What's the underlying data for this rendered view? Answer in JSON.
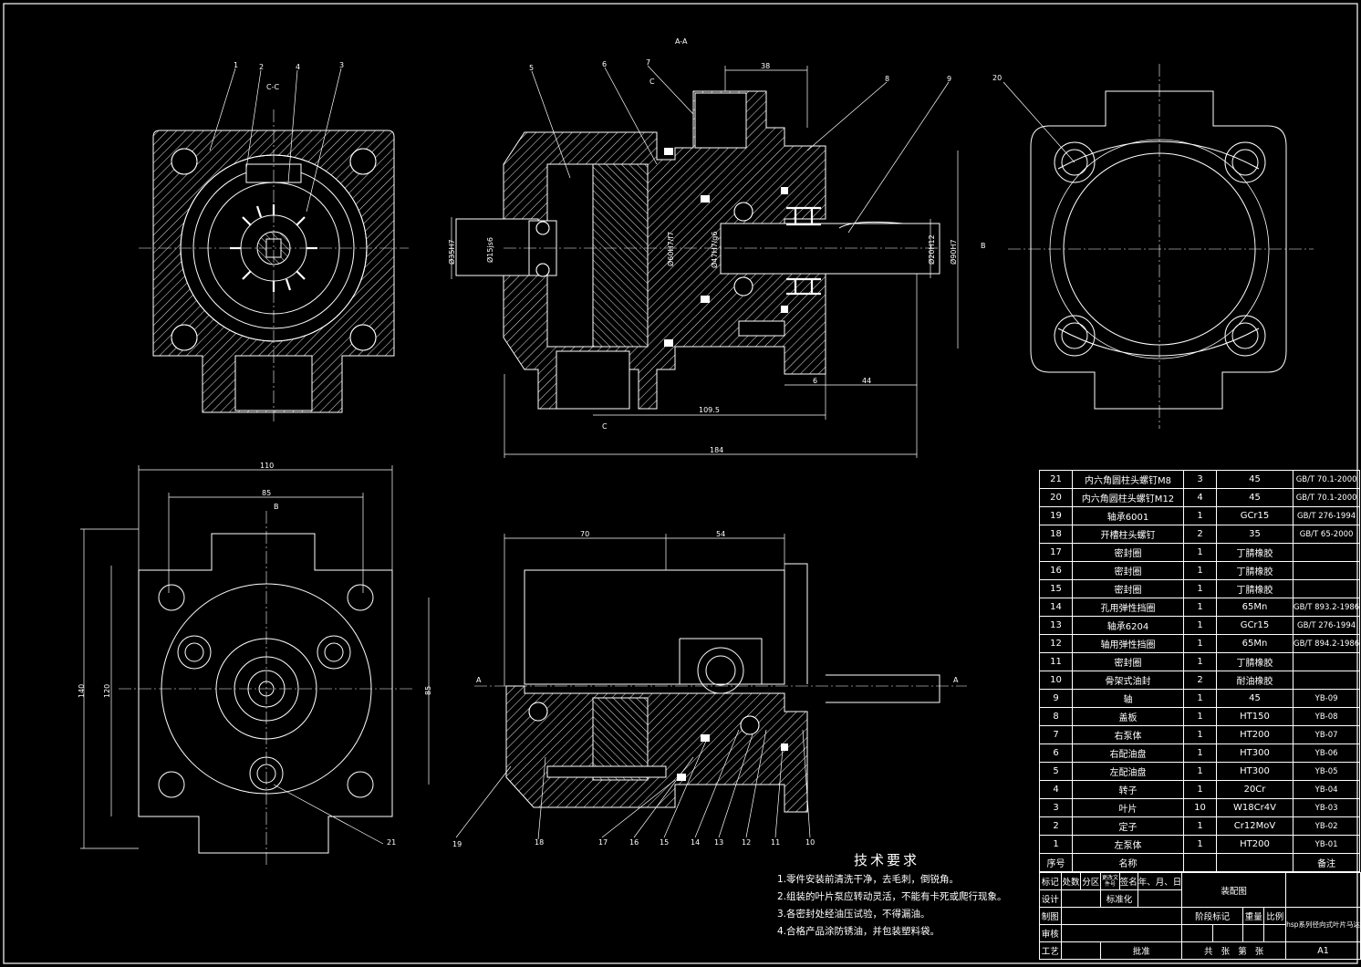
{
  "views": {
    "section_main": "A-A",
    "section_left": "C-C",
    "cut_marks": [
      "C",
      "C",
      "B",
      "B",
      "A",
      "A"
    ]
  },
  "dimensions": {
    "top_38": "38",
    "bottom_109_5": "109.5",
    "overall_184": "184",
    "d6": "6",
    "d44": "44",
    "dia_35h7": "Ø35H7",
    "dia_15js6": "Ø15js6",
    "dia_60h7f7": "Ø60H7/f7",
    "dia_47h7g6": "Ø47H7/g6",
    "dia_20h12": "Ø20H12",
    "dia_90h7": "Ø90H7",
    "top_110": "110",
    "top_85": "85",
    "left_140": "140",
    "left_120": "120",
    "right_85": "85",
    "front_70": "70",
    "front_54": "54"
  },
  "balloons": {
    "cc": [
      "1",
      "2",
      "4",
      "3"
    ],
    "aa": [
      "5",
      "6",
      "7",
      "8",
      "9"
    ],
    "right": "20",
    "bottom_left": "21",
    "front": [
      "19",
      "18",
      "17",
      "16",
      "15",
      "14",
      "13",
      "12",
      "11",
      "10"
    ]
  },
  "bom": [
    [
      "21",
      "内六角圆柱头螺钉M8",
      "3",
      "45",
      "GB/T 70.1-2000"
    ],
    [
      "20",
      "内六角圆柱头螺钉M12",
      "4",
      "45",
      "GB/T 70.1-2000"
    ],
    [
      "19",
      "轴承6001",
      "1",
      "GCr15",
      "GB/T 276-1994"
    ],
    [
      "18",
      "开槽柱头螺钉",
      "2",
      "35",
      "GB/T 65-2000"
    ],
    [
      "17",
      "密封圈",
      "1",
      "丁腈橡胶",
      ""
    ],
    [
      "16",
      "密封圈",
      "1",
      "丁腈橡胶",
      ""
    ],
    [
      "15",
      "密封圈",
      "1",
      "丁腈橡胶",
      ""
    ],
    [
      "14",
      "孔用弹性挡圈",
      "1",
      "65Mn",
      "GB/T 893.2-1986"
    ],
    [
      "13",
      "轴承6204",
      "1",
      "GCr15",
      "GB/T 276-1994"
    ],
    [
      "12",
      "轴用弹性挡圈",
      "1",
      "65Mn",
      "GB/T 894.2-1986"
    ],
    [
      "11",
      "密封圈",
      "1",
      "丁腈橡胶",
      ""
    ],
    [
      "10",
      "骨架式油封",
      "2",
      "耐油橡胶",
      ""
    ],
    [
      "9",
      "轴",
      "1",
      "45",
      "YB-09"
    ],
    [
      "8",
      "盖板",
      "1",
      "HT150",
      "YB-08"
    ],
    [
      "7",
      "右泵体",
      "1",
      "HT200",
      "YB-07"
    ],
    [
      "6",
      "右配油盘",
      "1",
      "HT300",
      "YB-06"
    ],
    [
      "5",
      "左配油盘",
      "1",
      "HT300",
      "YB-05"
    ],
    [
      "4",
      "转子",
      "1",
      "20Cr",
      "YB-04"
    ],
    [
      "3",
      "叶片",
      "10",
      "W18Cr4V",
      "YB-03"
    ],
    [
      "2",
      "定子",
      "1",
      "Cr12MoV",
      "YB-02"
    ],
    [
      "1",
      "左泵体",
      "1",
      "HT200",
      "YB-01"
    ]
  ],
  "bom_header": {
    "no": "序号",
    "name": "名称",
    "remark": "备注"
  },
  "title_block": {
    "r1": [
      "标记",
      "处数",
      "分区",
      "更改文件号",
      "签名",
      "年、月、日"
    ],
    "r2": [
      "设计",
      "标准化"
    ],
    "r3": [
      "制图"
    ],
    "r4": [
      "审核"
    ],
    "r5": [
      "工艺",
      "批准"
    ],
    "drawing_name": "装配图",
    "stage_cols": [
      "阶段标记",
      "重量",
      "比例"
    ],
    "product": "hsp系列径向式叶片马达",
    "sheet_size": "A1",
    "sheet_cols": [
      "共",
      "张",
      "第",
      "张"
    ]
  },
  "tech": {
    "title": "技术要求",
    "items": [
      "1.零件安装前清洗干净，去毛刺，倒锐角。",
      "2.组装的叶片泵应转动灵活，不能有卡死或爬行现象。",
      "3.各密封处经油压试验，不得漏油。",
      "4.合格产品涂防锈油，并包装塑料袋。"
    ]
  }
}
